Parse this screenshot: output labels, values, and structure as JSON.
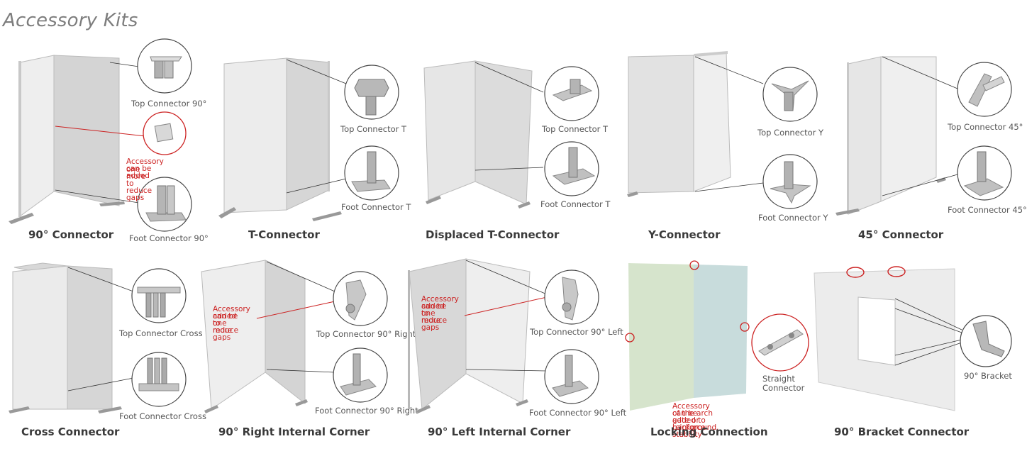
{
  "title": "Accessory Kits",
  "row1": {
    "c90": {
      "caption": "90° Connector",
      "top": "Top Connector 90°",
      "foot": "Foot Connector 90°",
      "note1": "Accessory can be added",
      "note2": "one more to reduce gaps"
    },
    "t": {
      "caption": "T-Connector",
      "top": "Top Connector T",
      "foot": "Foot Connector T"
    },
    "dt": {
      "caption": "Displaced T-Connector",
      "top": "Top Connector T",
      "foot": "Foot Connector T"
    },
    "y": {
      "caption": "Y-Connector",
      "top": "Top Connector Y",
      "foot": "Foot Connector Y"
    },
    "c45": {
      "caption": "45° Connector",
      "top": "Top Connector 45°",
      "foot": "Foot Connector 45°"
    }
  },
  "row2": {
    "cross": {
      "caption": "Cross Connector",
      "top": "Top Connector  Cross",
      "foot": "Foot Connector  Cross"
    },
    "right": {
      "caption": "90° Right Internal Corner",
      "top": "Top Connector 90° Right",
      "foot": "Foot Connector 90° Right",
      "note1": "Accessory can be",
      "note2": "added one more",
      "note3": "to reduce gaps"
    },
    "left": {
      "caption": "90° Left Internal Corner",
      "top": "Top Connector 90° Left",
      "foot": "Foot Connector 90° Left",
      "note1": "Accessory can be",
      "note2": "added one more",
      "note3": "to reduce gaps"
    },
    "lock": {
      "caption": "Locking Connection",
      "part1": "Straight",
      "part2": "Connector",
      "note1": "Accessory can be added to reinforce stability",
      "note2": "of the arch gate or background."
    },
    "bracket": {
      "caption": "90° Bracket Connector",
      "part": "90° Bracket"
    }
  },
  "colors": {
    "note_red": "#cc2222",
    "panel_light": "#ececec",
    "panel_mid": "#d2d2d2",
    "lock_green": "#d6e4cc",
    "lock_blue": "#c8dcdc"
  }
}
